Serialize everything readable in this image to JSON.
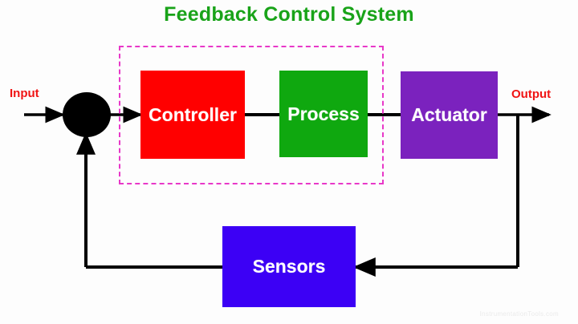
{
  "diagram": {
    "title": "Feedback Control System",
    "title_color": "#19A319",
    "background_color": "#fdfdfd",
    "watermark": "InstrumentationTools.com",
    "boundary_box": {
      "name": "control-system-boundary",
      "style": "dash-dot",
      "color": "#E838C8"
    },
    "blocks": [
      {
        "id": "controller",
        "label": "Controller",
        "fill": "#FF0000",
        "text_color": "#FFFFFF"
      },
      {
        "id": "process",
        "label": "Process",
        "fill": "#0FA80F",
        "text_color": "#FFFFFF"
      },
      {
        "id": "actuator",
        "label": "Actuator",
        "fill": "#7B22BE",
        "text_color": "#FFFFFF"
      },
      {
        "id": "sensors",
        "label": "Sensors",
        "fill": "#3C00F5",
        "text_color": "#FFFFFF"
      }
    ],
    "nodes": [
      {
        "id": "summing-junction",
        "shape": "filled-ellipse",
        "fill": "#000000"
      }
    ],
    "labels": [
      {
        "id": "input",
        "text": "Input",
        "color": "#F01414"
      },
      {
        "id": "output",
        "text": "Output",
        "color": "#F01414"
      }
    ],
    "connections": [
      {
        "from": "input",
        "to": "summing-junction"
      },
      {
        "from": "summing-junction",
        "to": "controller"
      },
      {
        "from": "controller",
        "to": "process"
      },
      {
        "from": "process",
        "to": "actuator"
      },
      {
        "from": "actuator",
        "to": "output"
      },
      {
        "from": "output-tap",
        "to": "sensors"
      },
      {
        "from": "sensors",
        "to": "summing-junction"
      }
    ],
    "line_color": "#000000"
  }
}
